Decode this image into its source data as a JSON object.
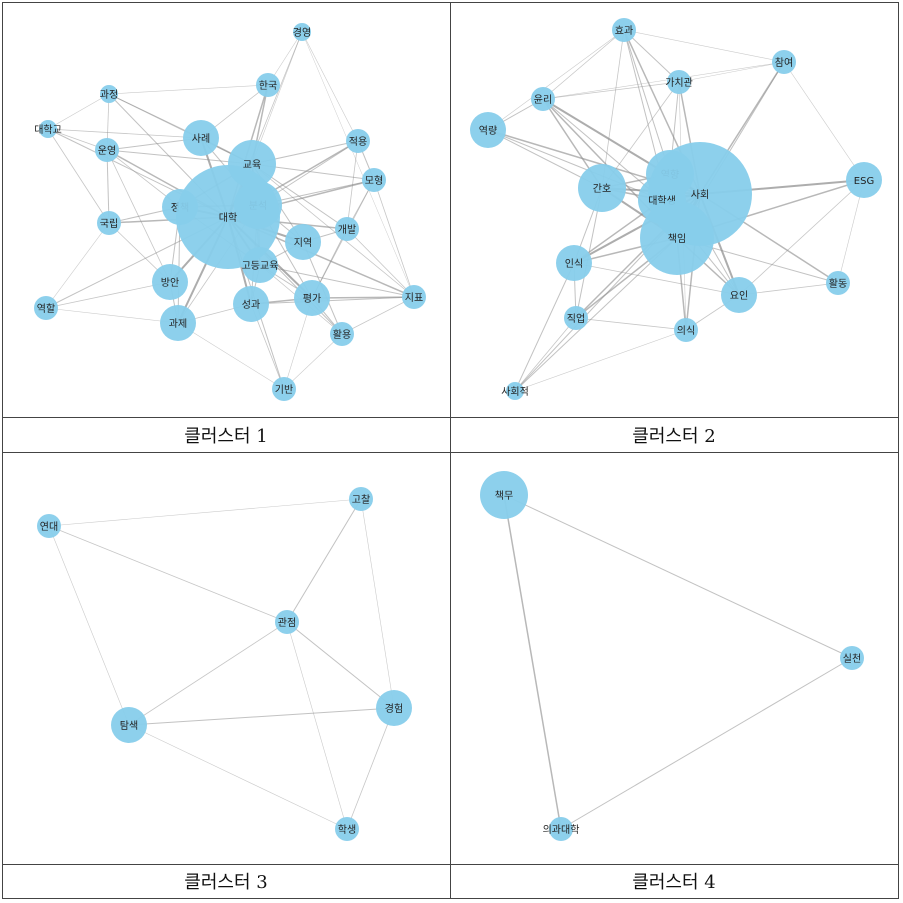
{
  "colors": {
    "node": "#87CEEB",
    "edge": "#8c8c8c",
    "border": "#444444",
    "background": "#ffffff"
  },
  "clusters": [
    {
      "caption": "클러스터 1",
      "nodes": [
        {
          "id": "경영",
          "label": "경영",
          "size": "xs"
        },
        {
          "id": "과정",
          "label": "과정",
          "size": "xs"
        },
        {
          "id": "한국",
          "label": "한국",
          "size": "sm"
        },
        {
          "id": "대학교",
          "label": "대학교",
          "size": "xs"
        },
        {
          "id": "사례",
          "label": "사례",
          "size": "md"
        },
        {
          "id": "운영",
          "label": "운영",
          "size": "sm"
        },
        {
          "id": "적용",
          "label": "적용",
          "size": "sm"
        },
        {
          "id": "교육",
          "label": "교육",
          "size": "lg"
        },
        {
          "id": "모형",
          "label": "모형",
          "size": "sm"
        },
        {
          "id": "정책",
          "label": "정책",
          "size": "md"
        },
        {
          "id": "분석",
          "label": "분석",
          "size": "lg"
        },
        {
          "id": "대학",
          "label": "대학",
          "size": "xxl"
        },
        {
          "id": "국립",
          "label": "국립",
          "size": "sm"
        },
        {
          "id": "개발",
          "label": "개발",
          "size": "sm"
        },
        {
          "id": "지역",
          "label": "지역",
          "size": "md"
        },
        {
          "id": "고등교육",
          "label": "고등교육",
          "size": "md"
        },
        {
          "id": "방안",
          "label": "방안",
          "size": "md"
        },
        {
          "id": "역할",
          "label": "역할",
          "size": "sm"
        },
        {
          "id": "지표",
          "label": "지표",
          "size": "sm"
        },
        {
          "id": "성과",
          "label": "성과",
          "size": "md"
        },
        {
          "id": "평가",
          "label": "평가",
          "size": "md"
        },
        {
          "id": "과제",
          "label": "과제",
          "size": "md"
        },
        {
          "id": "활용",
          "label": "활용",
          "size": "sm"
        },
        {
          "id": "기반",
          "label": "기반",
          "size": "sm"
        }
      ]
    },
    {
      "caption": "클러스터 2",
      "nodes": [
        {
          "id": "효과",
          "label": "효과",
          "size": "sm"
        },
        {
          "id": "참여",
          "label": "참여",
          "size": "sm"
        },
        {
          "id": "가치관",
          "label": "가치관",
          "size": "sm"
        },
        {
          "id": "윤리",
          "label": "윤리",
          "size": "sm"
        },
        {
          "id": "역량",
          "label": "역량",
          "size": "md"
        },
        {
          "id": "ESG",
          "label": "ESG",
          "size": "md"
        },
        {
          "id": "간호",
          "label": "간호",
          "size": "lg"
        },
        {
          "id": "영향",
          "label": "영향",
          "size": "lg"
        },
        {
          "id": "사회",
          "label": "사회",
          "size": "xxl"
        },
        {
          "id": "대학생",
          "label": "대학생",
          "size": "lg"
        },
        {
          "id": "책임",
          "label": "책임",
          "size": "xl"
        },
        {
          "id": "인식",
          "label": "인식",
          "size": "md"
        },
        {
          "id": "활동",
          "label": "활동",
          "size": "sm"
        },
        {
          "id": "요인",
          "label": "요인",
          "size": "md"
        },
        {
          "id": "직업",
          "label": "직업",
          "size": "sm"
        },
        {
          "id": "의식",
          "label": "의식",
          "size": "sm"
        },
        {
          "id": "사회적",
          "label": "사회적",
          "size": "xs"
        }
      ]
    },
    {
      "caption": "클러스터 3",
      "nodes": [
        {
          "id": "고찰",
          "label": "고찰",
          "size": "sm"
        },
        {
          "id": "연대",
          "label": "연대",
          "size": "sm"
        },
        {
          "id": "관점",
          "label": "관점",
          "size": "sm"
        },
        {
          "id": "경험",
          "label": "경험",
          "size": "md"
        },
        {
          "id": "탐색",
          "label": "탐색",
          "size": "md"
        },
        {
          "id": "학생",
          "label": "학생",
          "size": "sm"
        }
      ]
    },
    {
      "caption": "클러스터 4",
      "nodes": [
        {
          "id": "책무",
          "label": "책무",
          "size": "lg"
        },
        {
          "id": "실천",
          "label": "실천",
          "size": "sm"
        },
        {
          "id": "의과대학",
          "label": "의과대학",
          "size": "sm"
        }
      ]
    }
  ]
}
